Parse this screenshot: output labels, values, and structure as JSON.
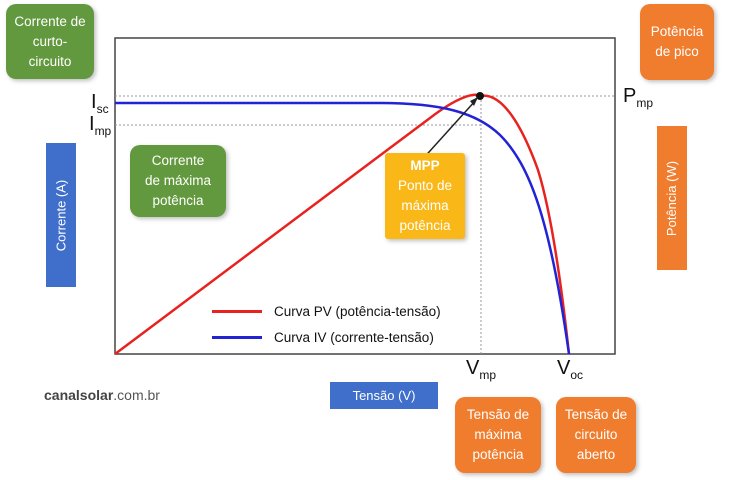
{
  "labels": {
    "isc": {
      "main": "I",
      "sub": "sc"
    },
    "imp": {
      "main": "I",
      "sub": "mp"
    },
    "pmp": {
      "main": "P",
      "sub": "mp"
    },
    "vmp": {
      "main": "V",
      "sub": "mp"
    },
    "voc": {
      "main": "V",
      "sub": "oc"
    }
  },
  "callouts": {
    "short_circuit": [
      "Corrente de curto-",
      "circuito"
    ],
    "max_power_current": [
      "Corrente",
      "de máxima",
      "potência"
    ],
    "mpp_title": "MPP",
    "mpp": [
      "Ponto de",
      "máxima",
      "potência"
    ],
    "peak_power": [
      "Potência",
      "de pico"
    ],
    "vmp_desc": [
      "Tensão de",
      "máxima",
      "potência"
    ],
    "voc_desc": [
      "Tensão de",
      "circuito",
      "aberto"
    ]
  },
  "axes": {
    "current": "Corrente (A)",
    "power": "Potência (W)",
    "voltage": "Tensão (V)"
  },
  "legend": {
    "pv": "Curva PV (potência-tensão)",
    "iv": "Curva IV  (corrente-tensão)"
  },
  "watermark": {
    "brand": "canalsolar",
    "domain": ".com.br"
  },
  "colors": {
    "pv_curve": "#e8231f",
    "iv_curve": "#2323d6",
    "green": "#62993e",
    "orange": "#f07c2e",
    "yellow": "#f9b817",
    "blue": "#3f6fcb"
  }
}
